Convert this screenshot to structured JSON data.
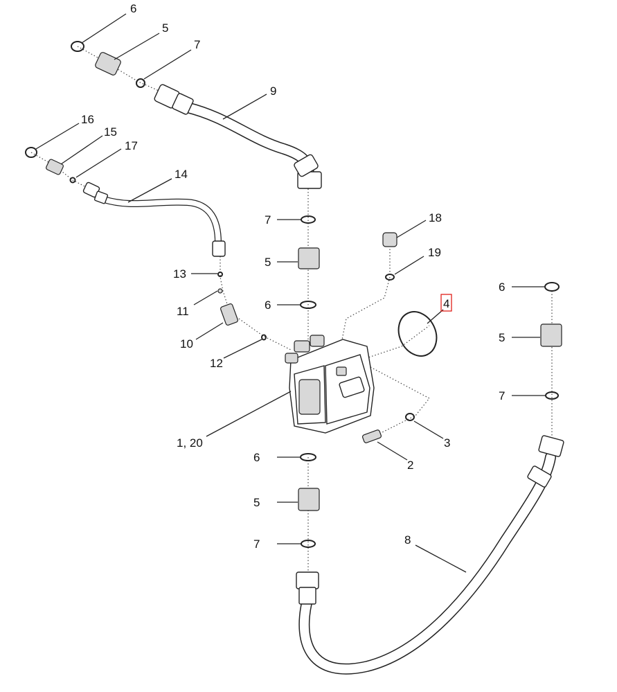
{
  "figure": {
    "callouts": [
      {
        "id": "c6a",
        "text": "6"
      },
      {
        "id": "c5a",
        "text": "5"
      },
      {
        "id": "c7a",
        "text": "7"
      },
      {
        "id": "c9",
        "text": "9"
      },
      {
        "id": "c16",
        "text": "16"
      },
      {
        "id": "c15",
        "text": "15"
      },
      {
        "id": "c17",
        "text": "17"
      },
      {
        "id": "c14",
        "text": "14"
      },
      {
        "id": "c7b",
        "text": "7"
      },
      {
        "id": "c18",
        "text": "18"
      },
      {
        "id": "c5b",
        "text": "5"
      },
      {
        "id": "c19",
        "text": "19"
      },
      {
        "id": "c13",
        "text": "13"
      },
      {
        "id": "c6b",
        "text": "6"
      },
      {
        "id": "c4",
        "text": "4"
      },
      {
        "id": "c11",
        "text": "11"
      },
      {
        "id": "c6c",
        "text": "6"
      },
      {
        "id": "c5c",
        "text": "5"
      },
      {
        "id": "c10",
        "text": "10"
      },
      {
        "id": "c12",
        "text": "12"
      },
      {
        "id": "c7c",
        "text": "7"
      },
      {
        "id": "c3",
        "text": "3"
      },
      {
        "id": "c1-20",
        "text": "1, 20"
      },
      {
        "id": "c6d",
        "text": "6"
      },
      {
        "id": "c2",
        "text": "2"
      },
      {
        "id": "c5d",
        "text": "5"
      },
      {
        "id": "c8",
        "text": "8"
      },
      {
        "id": "c7d",
        "text": "7"
      }
    ],
    "highlighted_callout": "4",
    "highlight_color": "#e0201a"
  }
}
